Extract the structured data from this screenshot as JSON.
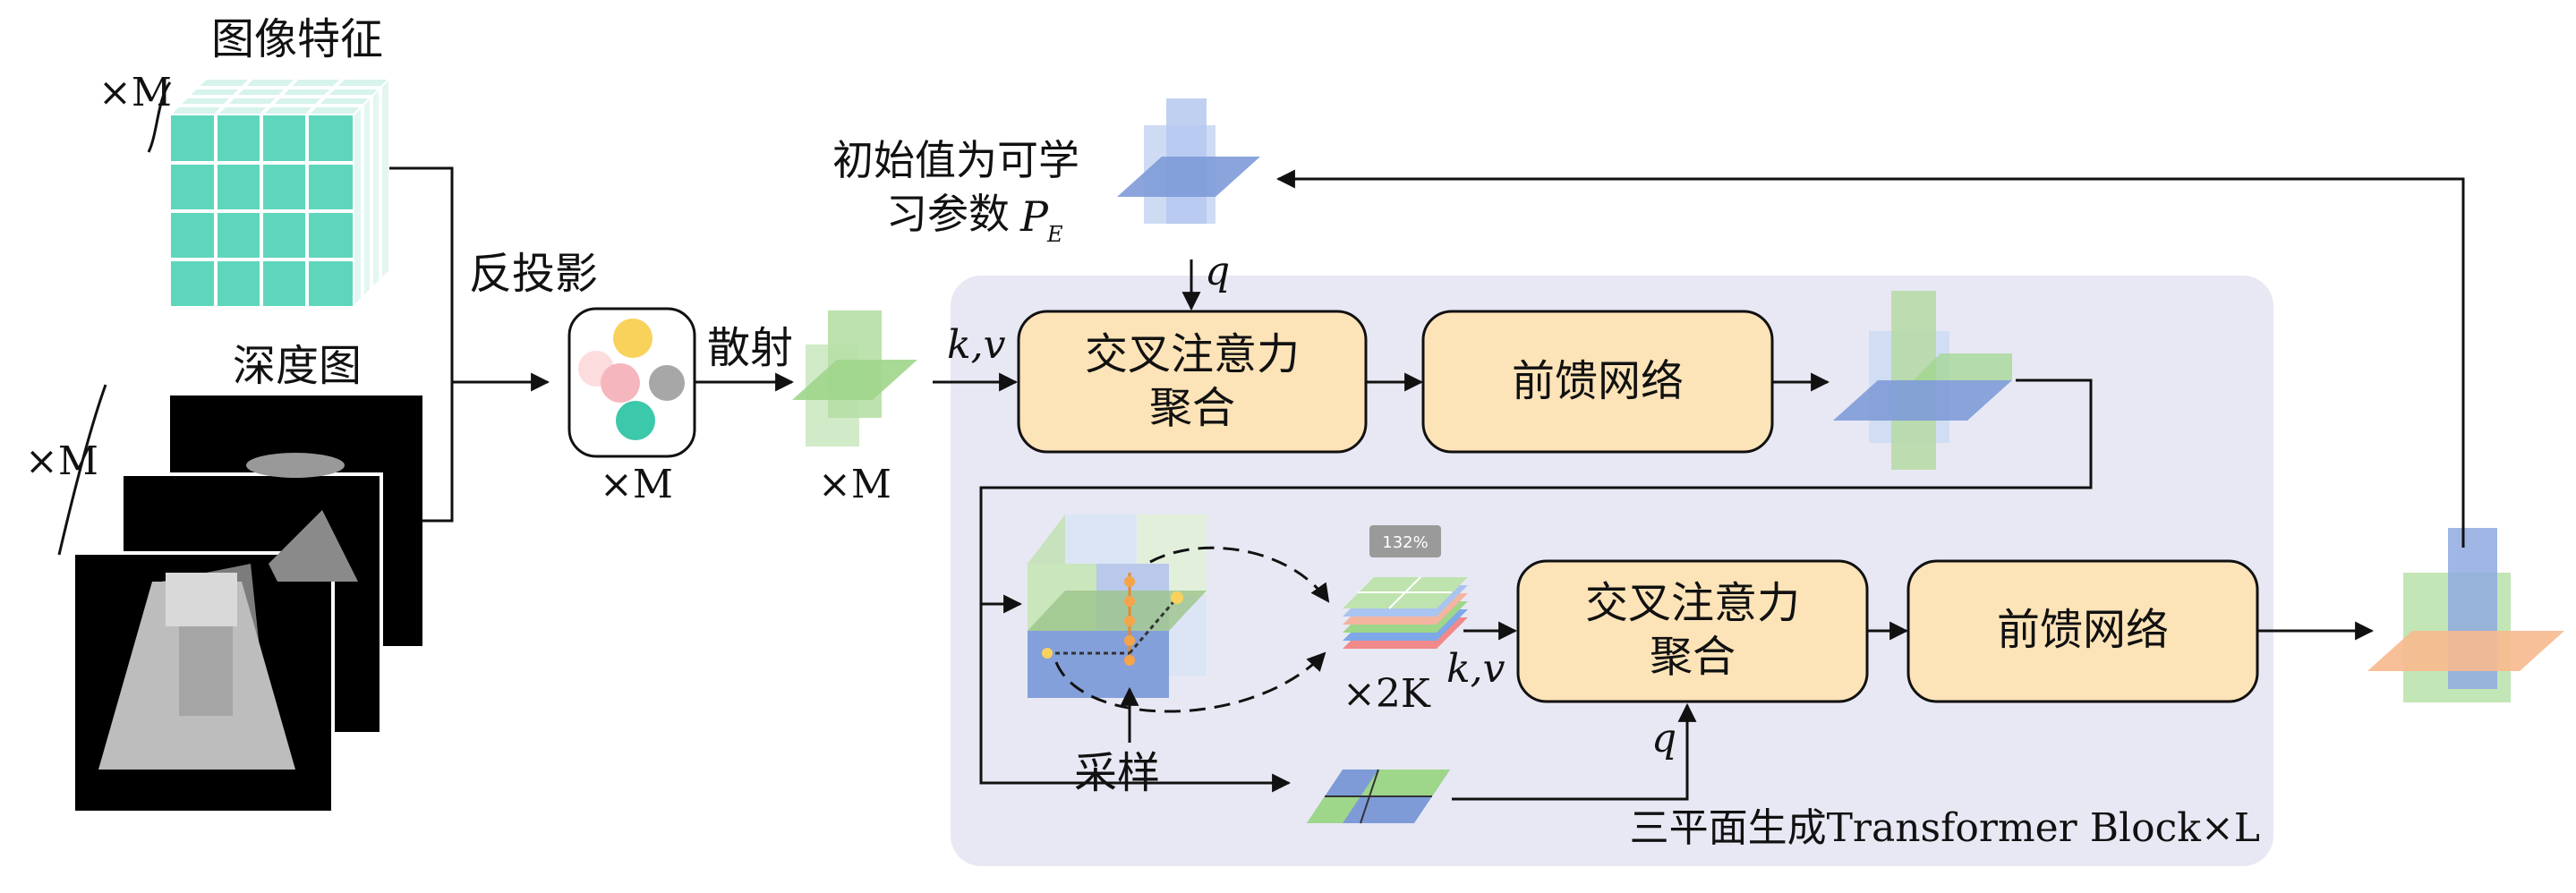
{
  "labels": {
    "image_features": "图像特征",
    "depth_map": "深度图",
    "back_projection": "反投影",
    "scatter": "散射",
    "times_m": "×M",
    "init_line1": "初始值为可学",
    "init_line2": "习参数",
    "pe_p": "P",
    "pe_e": "E",
    "q": "q",
    "kv": "k,v",
    "cross_attention_line1": "交叉注意力",
    "cross_attention_line2": "聚合",
    "feed_forward": "前馈网络",
    "times_2k": "×2K",
    "sampling": "采样",
    "zoom_badge": "132%",
    "block_caption": "三平面生成Transformer Block×L"
  },
  "colors": {
    "panel_bg": "#E8E8F4",
    "box_fill": "#FDE3B8",
    "cube_teal": "#5ED6BC",
    "plane_green": "#9ED68A",
    "plane_blue": "#7E9BD8",
    "plane_light_blue": "#C9D7F2",
    "plane_orange": "#F7B98E",
    "dot_yellow": "#F9D25C",
    "dot_pink": "#F6B6BE",
    "dot_light_pink": "#FCDCDD",
    "dot_gray": "#A7A7A7",
    "dot_teal": "#3CC8AA"
  },
  "icons": [
    "feature-cube-icon",
    "depth-map-icon",
    "gaussian-points-icon",
    "triplane-icon",
    "sampling-cube-icon",
    "feature-stack-icon",
    "query-plane-icon"
  ]
}
